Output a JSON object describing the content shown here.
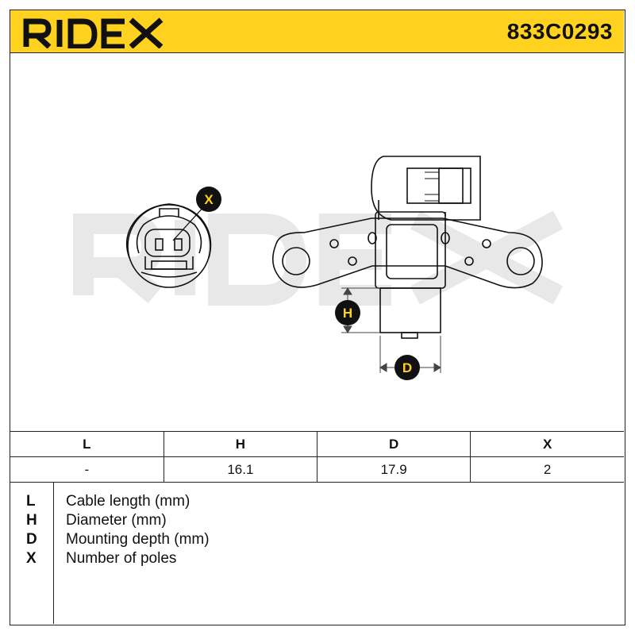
{
  "header": {
    "brand": "RIDEX",
    "part_number": "833C0293",
    "accent_color": "#ffd21f"
  },
  "drawing": {
    "watermark": "RIDEX",
    "labels": {
      "x": "X",
      "h": "H",
      "d": "D"
    }
  },
  "spec_table": {
    "columns": [
      "L",
      "H",
      "D",
      "X"
    ],
    "values": [
      "-",
      "16.1",
      "17.9",
      "2"
    ]
  },
  "legend": [
    {
      "key": "L",
      "text": "Cable length (mm)"
    },
    {
      "key": "H",
      "text": "Diameter (mm)"
    },
    {
      "key": "D",
      "text": "Mounting depth (mm)"
    },
    {
      "key": "X",
      "text": "Number of poles"
    }
  ]
}
